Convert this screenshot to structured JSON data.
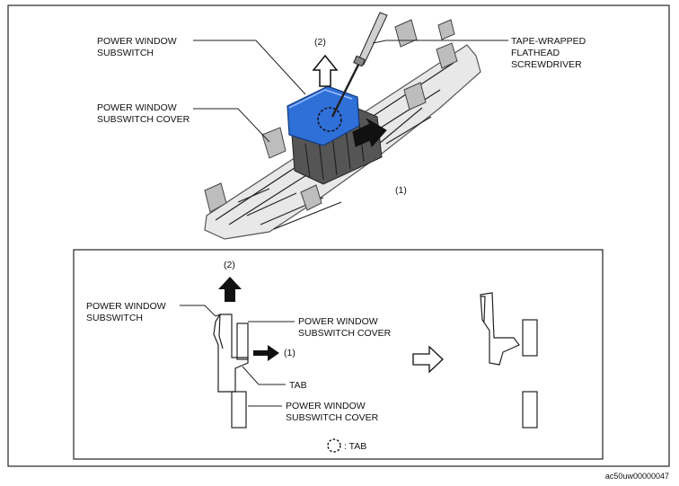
{
  "top_figure": {
    "labels": {
      "subswitch": [
        "POWER WINDOW",
        "SUBSWITCH"
      ],
      "cover": [
        "POWER WINDOW",
        "SUBSWITCH COVER"
      ],
      "screwdriver": [
        "TAPE-WRAPPED",
        "FLATHEAD",
        "SCREWDRIVER"
      ],
      "step2": "(2)",
      "step1": "(1)"
    }
  },
  "inset_figure": {
    "labels": {
      "step2": "(2)",
      "step1": "(1)",
      "subswitch": [
        "POWER WINDOW",
        "SUBSWITCH"
      ],
      "cover_upper": [
        "POWER WINDOW",
        "SUBSWITCH COVER"
      ],
      "tab": "TAB",
      "cover_lower": [
        "POWER WINDOW",
        "SUBSWITCH COVER"
      ],
      "legend_tab": ": TAB"
    }
  },
  "figure_id": "ac50uw00000047"
}
